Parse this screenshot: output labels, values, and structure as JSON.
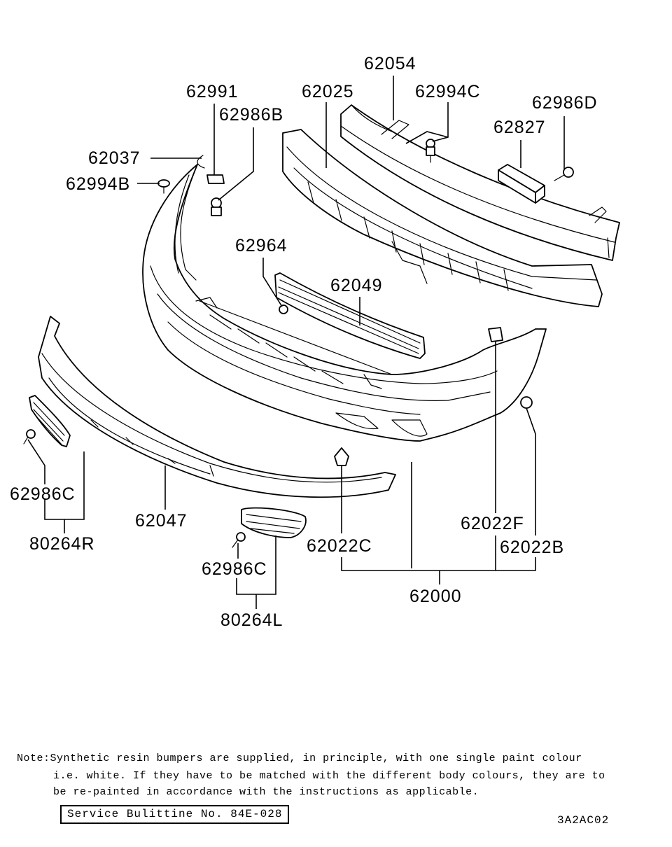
{
  "labels": {
    "p62054": "62054",
    "p62025": "62025",
    "p62994C": "62994C",
    "p62986D": "62986D",
    "p62827": "62827",
    "p62991": "62991",
    "p62986B": "62986B",
    "p62037": "62037",
    "p62994B": "62994B",
    "p62964": "62964",
    "p62049": "62049",
    "p62986C_left": "62986C",
    "p80264R": "80264R",
    "p62047": "62047",
    "p62022F": "62022F",
    "p62022C": "62022C",
    "p62022B": "62022B",
    "p62986C_center": "62986C",
    "p80264L": "80264L",
    "p62000": "62000"
  },
  "note": {
    "line1": "Note:Synthetic resin bumpers are supplied, in principle, with one single paint colour",
    "line2": "i.e. white. If they have to be matched with the different body colours, they are to",
    "line3": "be re-painted in accordance with the instructions as applicable."
  },
  "bulletin": "Service Bulittine No. 84E-028",
  "drawing_code": "3A2AC02"
}
